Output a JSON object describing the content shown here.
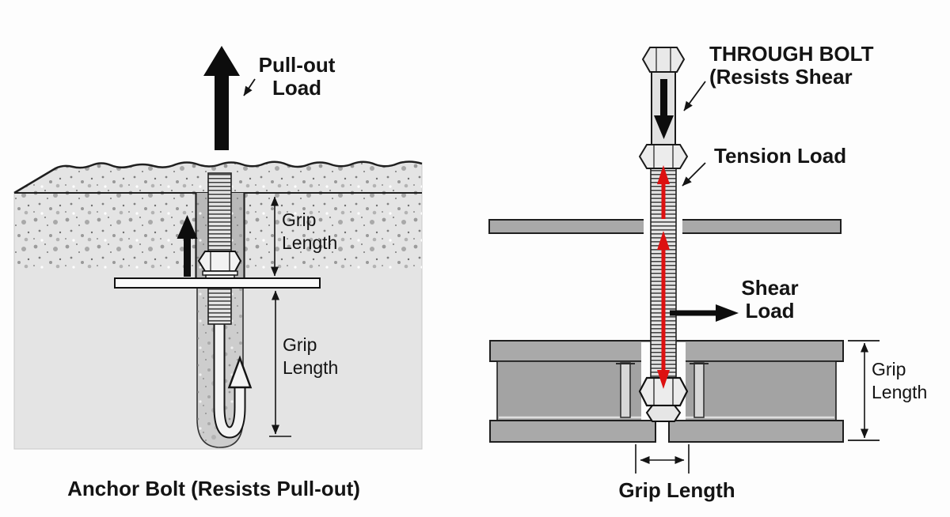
{
  "figure": {
    "description_left": "Anchor bolt embedded in concrete resisting pull-out load",
    "description_right": "Through bolt clamping plate and beam resisting shear"
  },
  "colors": {
    "tension_red": "#dd1111",
    "concrete": "#e4e4e4",
    "steel_dark": "#a9a9a9",
    "metal_light": "#efefef",
    "outline": "#141414"
  },
  "left_panel": {
    "pullout_load_label": "Pull-out\nLoad",
    "grip_length_upper": "Grip\nLength",
    "grip_length_lower": "Grip\nLength",
    "caption": "Anchor Bolt (Resists Pull-out)"
  },
  "right_panel": {
    "title": "THROUGH BOLT\n(Resists Shear",
    "tension_load_label": "Tension Load",
    "shear_load_label": "Shear\nLoad",
    "grip_length_side": "Grip\nLength",
    "grip_length_bottom": "Grip Length"
  }
}
